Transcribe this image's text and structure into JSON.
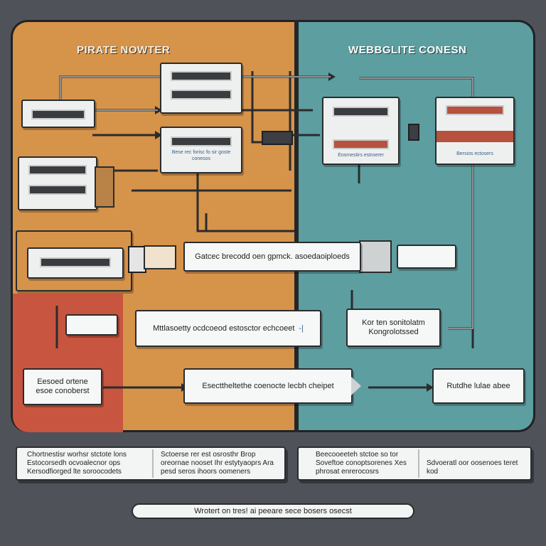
{
  "panels": {
    "left_title": "PIRATE NOWTER",
    "right_title": "WEBBGLITE CONESN"
  },
  "colors": {
    "background": "#4f5359",
    "left_panel": "#d6934a",
    "left_panel_accent": "#c8553f",
    "right_panel": "#5d9ea0",
    "device_accent": "#b6523d",
    "wire": "#2a2c2e"
  },
  "devices": {
    "left_top_caption": "Bese rec forisc fo sir goste conesos",
    "right_top_caption": "Eosmestirs estroerer",
    "right_top2_caption": "Bersios ectosers"
  },
  "labels": {
    "center_wide": "Gatcec brecodd oen gpmck. asoedaoiploeds",
    "middle_left": "Mttlasoetty ocdcoeod estosctor echcoeet",
    "middle_left_mark": "-|",
    "middle_right": "Kor ten sonitolatm\nKongrolotssed",
    "bottom_left": "Eesoed ortene\nesoe conoberst",
    "bottom_center": "Esecttheltethe coenocte lecbh cheipet",
    "bottom_right": "Rutdhe lulae abee"
  },
  "bottom_cards": {
    "left": {
      "col1": "Chortnestisr worhsr stctote lons Estocorsedh ocvoalecnor ops Kersodfiorged lte soroocodets",
      "col2": "Sctoerse rer est osrosthr Brop oreornae nooset Ihr estytyaoprs Ara pesd seros ihoors oomeners"
    },
    "right": {
      "col1": "Beecooeeteh stctoe so tor Soveftoe conoptsorenes Xes phrosat enrerocosrs",
      "col2": "Sdvoeratl oor oosenoes teret kod"
    }
  },
  "footer": "Wrotert on tres! ai peeare sece bosers osecst"
}
